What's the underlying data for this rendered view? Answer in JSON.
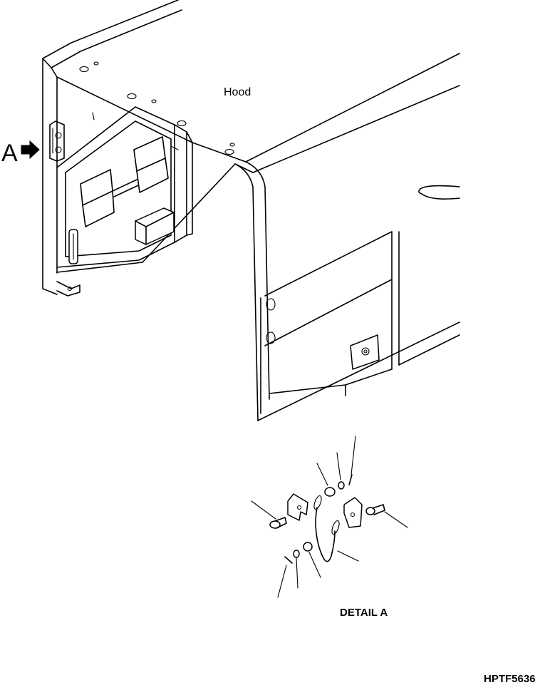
{
  "labels": {
    "hood": "Hood",
    "view_arrow": "A",
    "detail_title": "DETAIL A",
    "drawing_number": "HPTF5636"
  },
  "colors": {
    "ink": "#000000",
    "paper": "#ffffff"
  }
}
